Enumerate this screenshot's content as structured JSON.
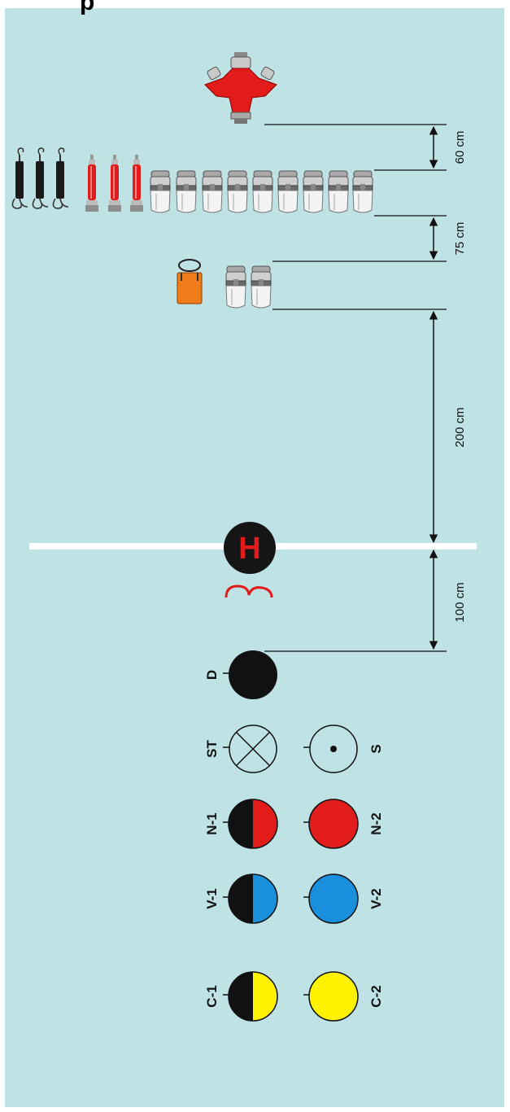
{
  "header": {
    "cut_text": "p"
  },
  "dimensions": [
    {
      "id": "dim-60",
      "label": "60 cm"
    },
    {
      "id": "dim-75",
      "label": "75 cm"
    },
    {
      "id": "dim-200",
      "label": "200 cm"
    },
    {
      "id": "dim-100",
      "label": "100 cm"
    }
  ],
  "home_marker": {
    "letter": "H"
  },
  "positions": {
    "d": "D",
    "st": "ST",
    "s": "S",
    "n1": "N-1",
    "n2": "N-2",
    "v1": "V-1",
    "v2": "V-2",
    "c1": "C-1",
    "c2": "C-2"
  },
  "colors": {
    "background": "#bfe2e5",
    "red": "#e21b1b",
    "blue": "#1a8fdc",
    "yellow": "#fff200",
    "black": "#111111",
    "orange": "#f07d1a"
  },
  "icons": {
    "distributor": "three-way-distributor-icon",
    "hose_hook": "hose-hook-icon",
    "branch_pipe": "branch-pipe-icon",
    "hose_coupling": "hose-coupling-icon",
    "bag": "equipment-bag-icon",
    "rope": "rope-icon"
  }
}
